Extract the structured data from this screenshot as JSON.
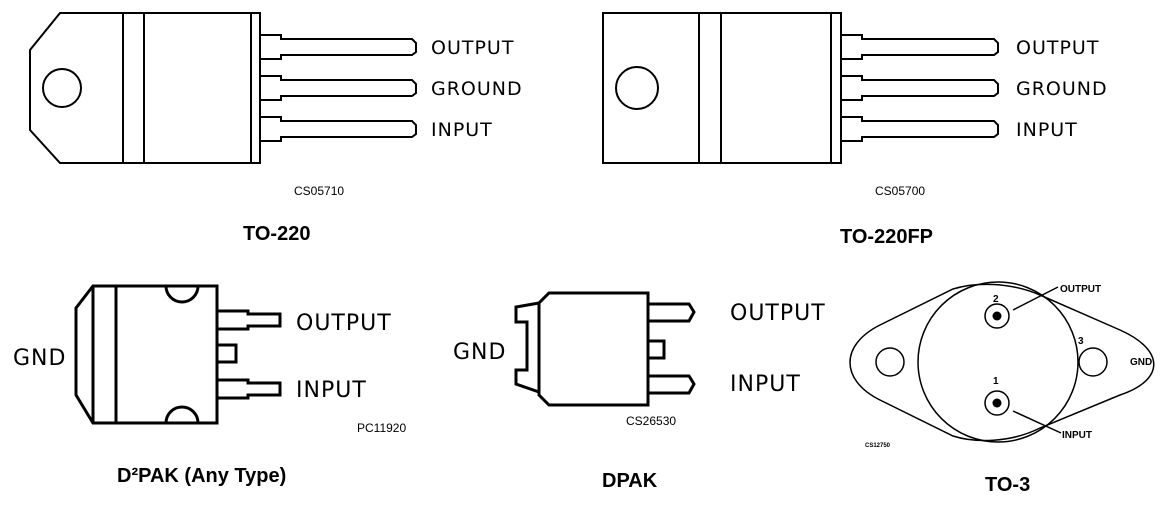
{
  "packages": [
    {
      "id": "to220",
      "title": "TO-220",
      "code": "CS05710",
      "pins": [
        "OUTPUT",
        "GROUND",
        "INPUT"
      ]
    },
    {
      "id": "to220fp",
      "title": "TO-220FP",
      "code": "CS05700",
      "pins": [
        "OUTPUT",
        "GROUND",
        "INPUT"
      ]
    },
    {
      "id": "d2pak",
      "title": "D²PAK (Any Type)",
      "code": "PC11920",
      "tab_label": "GND",
      "pins": [
        "OUTPUT",
        "INPUT"
      ]
    },
    {
      "id": "dpak",
      "title": "DPAK",
      "code": "CS26530",
      "tab_label": "GND",
      "pins": [
        "OUTPUT",
        "INPUT"
      ]
    },
    {
      "id": "to3",
      "title": "TO-3",
      "code": "CS12750",
      "case_label": "GND",
      "pins": [
        {
          "number": "2",
          "name": "OUTPUT"
        },
        {
          "number": "1",
          "name": "INPUT"
        },
        {
          "number": "3",
          "name": ""
        }
      ]
    }
  ]
}
